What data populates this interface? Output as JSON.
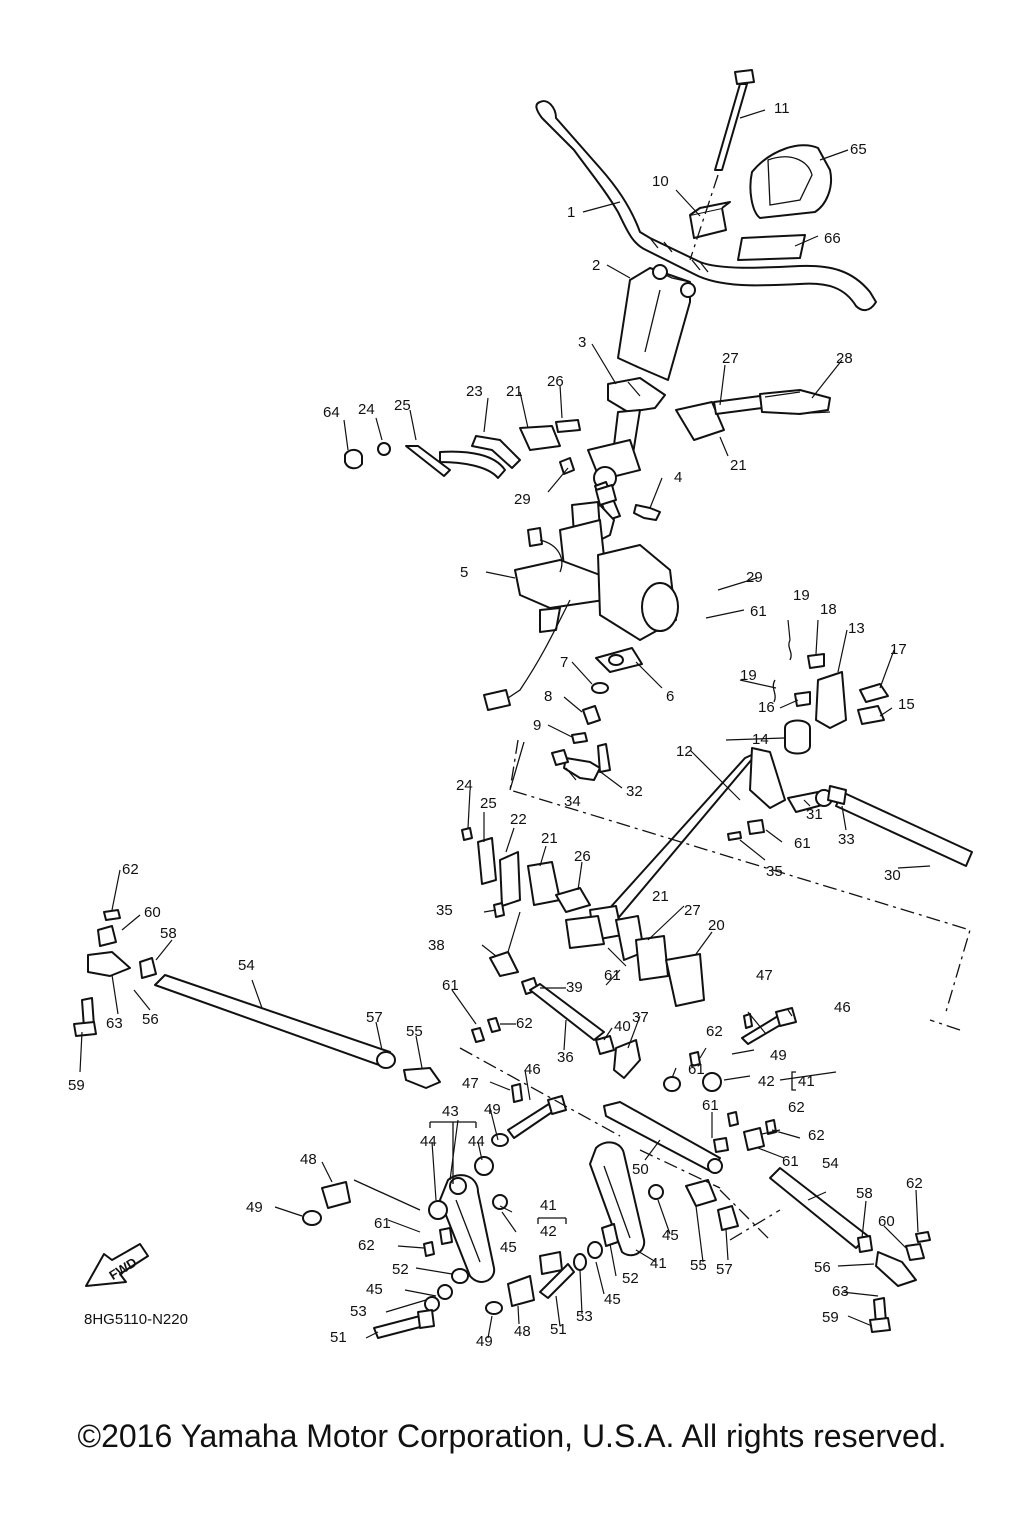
{
  "diagram": {
    "drawing_code": "8HG5110-N220",
    "direction_badge": "FWD",
    "callouts": [
      {
        "id": "c1",
        "label": "1"
      },
      {
        "id": "c2",
        "label": "2"
      },
      {
        "id": "c3",
        "label": "3"
      },
      {
        "id": "c4",
        "label": "4"
      },
      {
        "id": "c5",
        "label": "5"
      },
      {
        "id": "c6",
        "label": "6"
      },
      {
        "id": "c7",
        "label": "7"
      },
      {
        "id": "c8",
        "label": "8"
      },
      {
        "id": "c9",
        "label": "9"
      },
      {
        "id": "c10",
        "label": "10"
      },
      {
        "id": "c11",
        "label": "11"
      },
      {
        "id": "c12",
        "label": "12"
      },
      {
        "id": "c13",
        "label": "13"
      },
      {
        "id": "c14",
        "label": "14"
      },
      {
        "id": "c15",
        "label": "15"
      },
      {
        "id": "c16",
        "label": "16"
      },
      {
        "id": "c17",
        "label": "17"
      },
      {
        "id": "c18",
        "label": "18"
      },
      {
        "id": "c19a",
        "label": "19"
      },
      {
        "id": "c19b",
        "label": "19"
      },
      {
        "id": "c20",
        "label": "20"
      },
      {
        "id": "c21a",
        "label": "21"
      },
      {
        "id": "c21b",
        "label": "21"
      },
      {
        "id": "c21c",
        "label": "21"
      },
      {
        "id": "c21d",
        "label": "21"
      },
      {
        "id": "c22",
        "label": "22"
      },
      {
        "id": "c23",
        "label": "23"
      },
      {
        "id": "c24a",
        "label": "24"
      },
      {
        "id": "c24b",
        "label": "24"
      },
      {
        "id": "c25a",
        "label": "25"
      },
      {
        "id": "c25b",
        "label": "25"
      },
      {
        "id": "c26a",
        "label": "26"
      },
      {
        "id": "c26b",
        "label": "26"
      },
      {
        "id": "c27a",
        "label": "27"
      },
      {
        "id": "c27b",
        "label": "27"
      },
      {
        "id": "c28",
        "label": "28"
      },
      {
        "id": "c29a",
        "label": "29"
      },
      {
        "id": "c29b",
        "label": "29"
      },
      {
        "id": "c30",
        "label": "30"
      },
      {
        "id": "c31",
        "label": "31"
      },
      {
        "id": "c32",
        "label": "32"
      },
      {
        "id": "c33",
        "label": "33"
      },
      {
        "id": "c34",
        "label": "34"
      },
      {
        "id": "c35a",
        "label": "35"
      },
      {
        "id": "c35b",
        "label": "35"
      },
      {
        "id": "c36",
        "label": "36"
      },
      {
        "id": "c37",
        "label": "37"
      },
      {
        "id": "c38",
        "label": "38"
      },
      {
        "id": "c39",
        "label": "39"
      },
      {
        "id": "c40",
        "label": "40"
      },
      {
        "id": "c41a",
        "label": "41"
      },
      {
        "id": "c41b",
        "label": "41"
      },
      {
        "id": "c41c",
        "label": "41"
      },
      {
        "id": "c42a",
        "label": "42"
      },
      {
        "id": "c42b",
        "label": "42"
      },
      {
        "id": "c43",
        "label": "43"
      },
      {
        "id": "c44a",
        "label": "44"
      },
      {
        "id": "c44b",
        "label": "44"
      },
      {
        "id": "c45a",
        "label": "45"
      },
      {
        "id": "c45b",
        "label": "45"
      },
      {
        "id": "c45c",
        "label": "45"
      },
      {
        "id": "c45d",
        "label": "45"
      },
      {
        "id": "c46a",
        "label": "46"
      },
      {
        "id": "c46b",
        "label": "46"
      },
      {
        "id": "c47a",
        "label": "47"
      },
      {
        "id": "c47b",
        "label": "47"
      },
      {
        "id": "c48a",
        "label": "48"
      },
      {
        "id": "c48b",
        "label": "48"
      },
      {
        "id": "c49a",
        "label": "49"
      },
      {
        "id": "c49b",
        "label": "49"
      },
      {
        "id": "c49c",
        "label": "49"
      },
      {
        "id": "c49d",
        "label": "49"
      },
      {
        "id": "c50",
        "label": "50"
      },
      {
        "id": "c51a",
        "label": "51"
      },
      {
        "id": "c51b",
        "label": "51"
      },
      {
        "id": "c52a",
        "label": "52"
      },
      {
        "id": "c52b",
        "label": "52"
      },
      {
        "id": "c53a",
        "label": "53"
      },
      {
        "id": "c53b",
        "label": "53"
      },
      {
        "id": "c54a",
        "label": "54"
      },
      {
        "id": "c54b",
        "label": "54"
      },
      {
        "id": "c55a",
        "label": "55"
      },
      {
        "id": "c55b",
        "label": "55"
      },
      {
        "id": "c56a",
        "label": "56"
      },
      {
        "id": "c56b",
        "label": "56"
      },
      {
        "id": "c57a",
        "label": "57"
      },
      {
        "id": "c57b",
        "label": "57"
      },
      {
        "id": "c58a",
        "label": "58"
      },
      {
        "id": "c58b",
        "label": "58"
      },
      {
        "id": "c59a",
        "label": "59"
      },
      {
        "id": "c59b",
        "label": "59"
      },
      {
        "id": "c60a",
        "label": "60"
      },
      {
        "id": "c60b",
        "label": "60"
      },
      {
        "id": "c61a",
        "label": "61"
      },
      {
        "id": "c61b",
        "label": "61"
      },
      {
        "id": "c61c",
        "label": "61"
      },
      {
        "id": "c61d",
        "label": "61"
      },
      {
        "id": "c61e",
        "label": "61"
      },
      {
        "id": "c61f",
        "label": "61"
      },
      {
        "id": "c61g",
        "label": "61"
      },
      {
        "id": "c61h",
        "label": "61"
      },
      {
        "id": "c62a",
        "label": "62"
      },
      {
        "id": "c62b",
        "label": "62"
      },
      {
        "id": "c62c",
        "label": "62"
      },
      {
        "id": "c62d",
        "label": "62"
      },
      {
        "id": "c62e",
        "label": "62"
      },
      {
        "id": "c62f",
        "label": "62"
      },
      {
        "id": "c63a",
        "label": "63"
      },
      {
        "id": "c63b",
        "label": "63"
      },
      {
        "id": "c64",
        "label": "64"
      },
      {
        "id": "c65",
        "label": "65"
      },
      {
        "id": "c66",
        "label": "66"
      }
    ]
  },
  "footer": {
    "copyright": "©2016 Yamaha Motor Corporation, U.S.A. All rights reserved."
  }
}
